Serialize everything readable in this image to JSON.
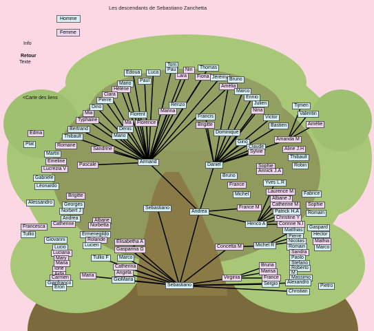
{
  "title": "Les descendants de Sebastiano Zanchetta",
  "menu": {
    "homme": "Homme",
    "femme": "Femme",
    "info": "Info",
    "retour": "Retour",
    "texte": "Texte",
    "carte": "<Carte des liens"
  },
  "colors": {
    "background": "#fbd8e4",
    "trunk": "#7b6a3c",
    "foliage_outer": "#a8c878",
    "foliage_inner": "#8f9a5c",
    "male": "#d7f0f6",
    "female": "#f0d6ee"
  },
  "names": [
    {
      "t": "Sebastiano",
      "s": "m",
      "id": "root"
    },
    {
      "t": "Sebastiano",
      "s": "m",
      "id": "seb2"
    },
    {
      "t": "Andrea",
      "s": "m",
      "id": "andrea"
    },
    {
      "t": "Armand",
      "s": "m",
      "id": "armand"
    },
    {
      "t": "Daniel",
      "s": "m",
      "id": "daniel"
    },
    {
      "t": "Concetta  M",
      "s": "f",
      "id": "concetta"
    },
    {
      "t": "Michel  R",
      "s": "m",
      "id": "michelr"
    },
    {
      "t": "Virginia",
      "s": "f",
      "id": "virginia"
    },
    {
      "t": "Henco  A",
      "s": "m",
      "id": "henco"
    },
    {
      "t": "France  M",
      "s": "f",
      "id": "francem"
    },
    {
      "t": "Pascale",
      "s": "f",
      "id": "pascale"
    },
    {
      "t": "Sandrine",
      "s": "f",
      "id": "sandrine"
    },
    {
      "t": "Mario",
      "s": "m",
      "id": "mario"
    },
    {
      "t": "Denis",
      "s": "m",
      "id": "denis"
    },
    {
      "t": "Ma",
      "s": "f",
      "id": "ma"
    },
    {
      "t": "Florence",
      "s": "f",
      "id": "florence"
    },
    {
      "t": "Florent",
      "s": "m",
      "id": "florent"
    },
    {
      "t": "Marina",
      "s": "f",
      "id": "marina"
    },
    {
      "t": "Renzo",
      "s": "m",
      "id": "renzo"
    },
    {
      "t": "Tom",
      "s": "m",
      "id": "tom"
    },
    {
      "t": "Pau",
      "s": "m",
      "id": "pau1"
    },
    {
      "t": "Nin",
      "s": "f",
      "id": "nin"
    },
    {
      "t": "Thomas",
      "s": "m",
      "id": "thomas"
    },
    {
      "t": "Edoua",
      "s": "m",
      "id": "edoua"
    },
    {
      "t": "Luca",
      "s": "m",
      "id": "luca"
    },
    {
      "t": "Lara",
      "s": "f",
      "id": "lara"
    },
    {
      "t": "Fiona",
      "s": "f",
      "id": "fiona"
    },
    {
      "t": "Jérémy",
      "s": "m",
      "id": "jeremy"
    },
    {
      "t": "Bruno",
      "s": "m",
      "id": "bruno1"
    },
    {
      "t": "Amélia",
      "s": "f",
      "id": "amelia1"
    },
    {
      "t": "Paul",
      "s": "m",
      "id": "paul"
    },
    {
      "t": "Mario",
      "s": "m",
      "id": "mario2"
    },
    {
      "t": "Hélène",
      "s": "f",
      "id": "helene"
    },
    {
      "t": "Clara",
      "s": "f",
      "id": "clara"
    },
    {
      "t": "Pierre",
      "s": "m",
      "id": "pierre1"
    },
    {
      "t": "Dino",
      "s": "m",
      "id": "dino"
    },
    {
      "t": "Mia",
      "s": "f",
      "id": "mia"
    },
    {
      "t": "Typhaine",
      "s": "f",
      "id": "typhaine"
    },
    {
      "t": "Bertrand",
      "s": "m",
      "id": "bertrand"
    },
    {
      "t": "Thibault",
      "s": "m",
      "id": "thibault1"
    },
    {
      "t": "Francis",
      "s": "m",
      "id": "francis"
    },
    {
      "t": "Brigitte",
      "s": "f",
      "id": "brigitte1"
    },
    {
      "t": "Dominique",
      "s": "m",
      "id": "dominique"
    },
    {
      "t": "Marco",
      "s": "m",
      "id": "marco1"
    },
    {
      "t": "Ennio",
      "s": "m",
      "id": "ennio"
    },
    {
      "t": "Julien",
      "s": "m",
      "id": "julien"
    },
    {
      "t": "Nina",
      "s": "f",
      "id": "nina"
    },
    {
      "t": "Victor",
      "s": "m",
      "id": "victor"
    },
    {
      "t": "Bastien",
      "s": "m",
      "id": "bastien"
    },
    {
      "t": "Amanda  M",
      "s": "f",
      "id": "amanda"
    },
    {
      "t": "Tijmen",
      "s": "m",
      "id": "tijmen"
    },
    {
      "t": "Valentin",
      "s": "m",
      "id": "valentin"
    },
    {
      "t": "Amélie",
      "s": "f",
      "id": "amelie"
    },
    {
      "t": "Gino",
      "s": "m",
      "id": "gino"
    },
    {
      "t": "Claude",
      "s": "m",
      "id": "claude"
    },
    {
      "t": "Sylvie",
      "s": "f",
      "id": "sylvie"
    },
    {
      "t": "Aline  J.H",
      "s": "f",
      "id": "aline"
    },
    {
      "t": "Thibault",
      "s": "m",
      "id": "thibault2"
    },
    {
      "t": "Sophie",
      "s": "f",
      "id": "sophie1"
    },
    {
      "t": "Robin",
      "s": "m",
      "id": "robin"
    },
    {
      "t": "Annick  J.A",
      "s": "f",
      "id": "annick"
    },
    {
      "t": "Bruno",
      "s": "m",
      "id": "bruno2"
    },
    {
      "t": "France",
      "s": "f",
      "id": "france"
    },
    {
      "t": "Michel",
      "s": "m",
      "id": "michel"
    },
    {
      "t": "Yves  L.R",
      "s": "m",
      "id": "yves"
    },
    {
      "t": "Laurence  M",
      "s": "f",
      "id": "laurence"
    },
    {
      "t": "Fabrice",
      "s": "m",
      "id": "fabrice"
    },
    {
      "t": "Albane  J",
      "s": "f",
      "id": "albane1"
    },
    {
      "t": "Catherine  M",
      "s": "f",
      "id": "catherinem"
    },
    {
      "t": "Sophie",
      "s": "f",
      "id": "sophie2"
    },
    {
      "t": "Patrick  H.A",
      "s": "m",
      "id": "patrick"
    },
    {
      "t": "Romain",
      "s": "m",
      "id": "romain1"
    },
    {
      "t": "Christine  Y",
      "s": "f",
      "id": "christine"
    },
    {
      "t": "Corinne  N.I",
      "s": "f",
      "id": "corinne"
    },
    {
      "t": "Gaspard",
      "s": "m",
      "id": "gaspard"
    },
    {
      "t": "Matthias",
      "s": "m",
      "id": "matthias"
    },
    {
      "t": "Hector",
      "s": "m",
      "id": "hector"
    },
    {
      "t": "Pierre",
      "s": "m",
      "id": "pierre2"
    },
    {
      "t": "Mathia",
      "s": "f",
      "id": "mathia"
    },
    {
      "t": "Nicolas",
      "s": "m",
      "id": "nicolas"
    },
    {
      "t": "Marco",
      "s": "m",
      "id": "marco2"
    },
    {
      "t": "Romain",
      "s": "m",
      "id": "romain2"
    },
    {
      "t": "Sandra",
      "s": "f",
      "id": "sandra"
    },
    {
      "t": "Paolo",
      "s": "m",
      "id": "paolo"
    },
    {
      "t": "Stefano",
      "s": "m",
      "id": "stefano"
    },
    {
      "t": "Roberto",
      "s": "m",
      "id": "roberto"
    },
    {
      "t": "M",
      "s": "m",
      "id": "mm"
    },
    {
      "t": "Massimo",
      "s": "m",
      "id": "massimo"
    },
    {
      "t": "Alexandro",
      "s": "m",
      "id": "alexandro"
    },
    {
      "t": "Christian",
      "s": "m",
      "id": "christian"
    },
    {
      "t": "Pietro",
      "s": "m",
      "id": "pietro"
    },
    {
      "t": "Bruna",
      "s": "f",
      "id": "bruna"
    },
    {
      "t": "Marisa",
      "s": "f",
      "id": "marisa"
    },
    {
      "t": "France",
      "s": "f",
      "id": "france2"
    },
    {
      "t": "Sergio",
      "s": "m",
      "id": "sergio"
    },
    {
      "t": "Edma",
      "s": "f",
      "id": "edma"
    },
    {
      "t": "Plat",
      "s": "m",
      "id": "plat"
    },
    {
      "t": "Romane",
      "s": "f",
      "id": "romane"
    },
    {
      "t": "Martin",
      "s": "m",
      "id": "martin"
    },
    {
      "t": "Emeline",
      "s": "f",
      "id": "emeline"
    },
    {
      "t": "Lucrezia  V",
      "s": "f",
      "id": "lucrezia"
    },
    {
      "t": "Gabriele",
      "s": "m",
      "id": "gabriele"
    },
    {
      "t": "Léonardo",
      "s": "m",
      "id": "leonardo"
    },
    {
      "t": "Brigitte",
      "s": "f",
      "id": "brigitte2"
    },
    {
      "t": "Alessandro",
      "s": "m",
      "id": "alessandro"
    },
    {
      "t": "Georges",
      "s": "m",
      "id": "georges"
    },
    {
      "t": "Norbert  J",
      "s": "m",
      "id": "norbert"
    },
    {
      "t": "Andrea",
      "s": "m",
      "id": "andrea2"
    },
    {
      "t": "Catherine",
      "s": "f",
      "id": "catherine1"
    },
    {
      "t": "Albane",
      "s": "f",
      "id": "albane2"
    },
    {
      "t": "Norbetta",
      "s": "f",
      "id": "norbetta"
    },
    {
      "t": "Francesca",
      "s": "f",
      "id": "francesca"
    },
    {
      "t": "Tullio",
      "s": "m",
      "id": "tullio"
    },
    {
      "t": "Ermenegildo",
      "s": "m",
      "id": "ermenegildo"
    },
    {
      "t": "Rolande",
      "s": "f",
      "id": "rolande"
    },
    {
      "t": "Lucien",
      "s": "m",
      "id": "lucien"
    },
    {
      "t": "Giovanni",
      "s": "m",
      "id": "giovanni"
    },
    {
      "t": "Lucio",
      "s": "m",
      "id": "lucio"
    },
    {
      "t": "Luciana",
      "s": "f",
      "id": "luciana"
    },
    {
      "t": "Mary",
      "s": "f",
      "id": "mary"
    },
    {
      "t": "Tullio  F",
      "s": "m",
      "id": "tulliof"
    },
    {
      "t": "Elisabetha  A",
      "s": "f",
      "id": "elisabetha"
    },
    {
      "t": "Gasparina  G",
      "s": "f",
      "id": "gasparina"
    },
    {
      "t": "Marco",
      "s": "m",
      "id": "marco3"
    },
    {
      "t": "Catherina",
      "s": "f",
      "id": "catherina"
    },
    {
      "t": "Angela",
      "s": "f",
      "id": "angela"
    },
    {
      "t": "GioMaria",
      "s": "m",
      "id": "giomaria"
    },
    {
      "t": "Maria",
      "s": "f",
      "id": "maria1"
    },
    {
      "t": "Ione",
      "s": "f",
      "id": "ione"
    },
    {
      "t": "Aida",
      "s": "f",
      "id": "aida"
    },
    {
      "t": "Carmen",
      "s": "f",
      "id": "carmen"
    },
    {
      "t": "Gianfranco",
      "s": "m",
      "id": "gianfranco"
    },
    {
      "t": "Eron",
      "s": "m",
      "id": "eron"
    },
    {
      "t": "Maria",
      "s": "f",
      "id": "maria2"
    }
  ]
}
